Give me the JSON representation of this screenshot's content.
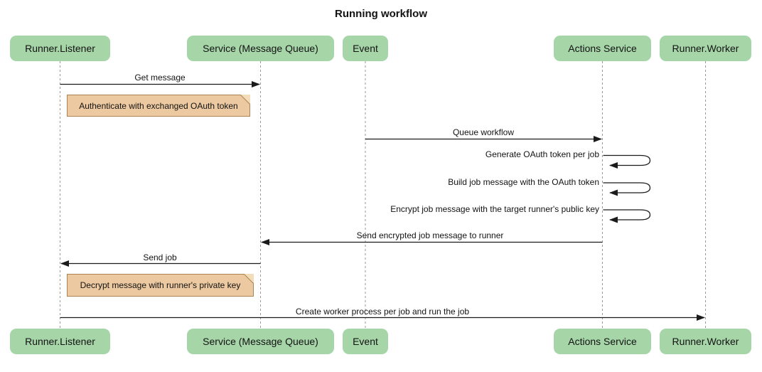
{
  "title": "Running workflow",
  "colors": {
    "actor_fill": "#a6d5a8",
    "actor_text": "#131313",
    "text_color": "#131313",
    "title_color": "#131313",
    "note_fill": "#ecc9a0",
    "note_border": "#aa8453",
    "note_fold": "#f3dcba",
    "lifeline_color": "#999999",
    "arrow_color": "#1b1b1b"
  },
  "actors": [
    {
      "id": "runner-listener",
      "label": "Runner.Listener"
    },
    {
      "id": "service-message-queue",
      "label": "Service (Message Queue)"
    },
    {
      "id": "event",
      "label": "Event"
    },
    {
      "id": "actions-service",
      "label": "Actions Service"
    },
    {
      "id": "runner-worker",
      "label": "Runner.Worker"
    }
  ],
  "messages": [
    {
      "label": "Get message",
      "from": "Runner.Listener",
      "to": "Service (Message Queue)",
      "type": "solid-arrow"
    },
    {
      "label": "Queue workflow",
      "from": "Event",
      "to": "Actions Service",
      "type": "solid-arrow"
    },
    {
      "label": "Generate OAuth token per job",
      "from": "Actions Service",
      "to": "Actions Service",
      "type": "self-loop"
    },
    {
      "label": "Build job message with the OAuth token",
      "from": "Actions Service",
      "to": "Actions Service",
      "type": "self-loop"
    },
    {
      "label": "Encrypt job message with the target runner's public key",
      "from": "Actions Service",
      "to": "Actions Service",
      "type": "self-loop"
    },
    {
      "label": "Send encrypted job message to runner",
      "from": "Actions Service",
      "to": "Service (Message Queue)",
      "type": "solid-arrow"
    },
    {
      "label": "Send job",
      "from": "Service (Message Queue)",
      "to": "Runner.Listener",
      "type": "solid-arrow"
    },
    {
      "label": "Create worker process per job and run the job",
      "from": "Runner.Listener",
      "to": "Runner.Worker",
      "type": "solid-arrow"
    }
  ],
  "notes": [
    {
      "label": "Authenticate with exchanged OAuth token",
      "over": "Runner.Listener"
    },
    {
      "label": "Decrypt message with runner's private key",
      "over": "Runner.Listener"
    }
  ]
}
